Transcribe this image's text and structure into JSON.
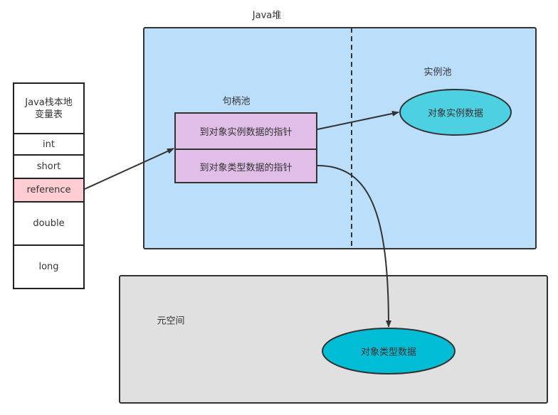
{
  "heap": {
    "title": "Java堆",
    "handle_pool_label": "句柄池",
    "instance_pool_label": "实例池",
    "color": "#bbdefb"
  },
  "stack": {
    "title": "Java栈本地变量表",
    "rows": [
      "int",
      "short",
      "reference",
      "double",
      "long"
    ],
    "highlight_color": "#ffcdd2"
  },
  "handle_pool": {
    "rows": [
      "到对象实例数据的指针",
      "到对象类型数据的指针"
    ],
    "color": "#e1bee7"
  },
  "instance_data": {
    "label": "对象实例数据",
    "color": "#4dd0e1"
  },
  "metaspace": {
    "title": "元空间",
    "type_data_label": "对象类型数据",
    "color": "#e0e0e0",
    "ellipse_color": "#00bcd4"
  }
}
